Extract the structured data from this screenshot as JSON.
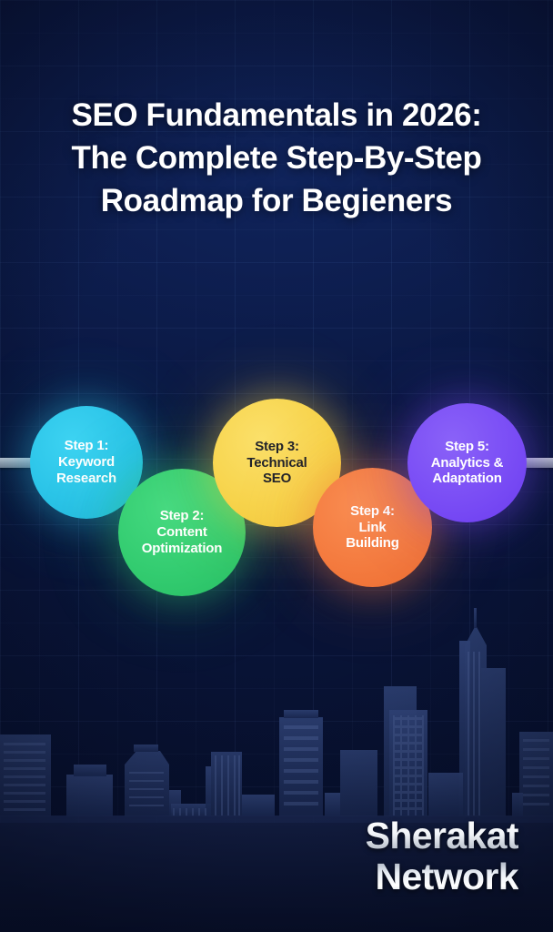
{
  "poster": {
    "background_color": "#0A1740",
    "title": {
      "line1": "SEO Fundamentals in 2026:",
      "line2": "The Complete Step-By-Step",
      "line3": "Roadmap for Begieners"
    },
    "brand": {
      "line1": "Sherakat",
      "line2": "Network"
    }
  },
  "roadmap": {
    "steps": [
      {
        "id": "step-1",
        "label": "Step 1:\nKeyword\nResearch",
        "step_text": "Step 1:",
        "name_line1": "Keyword",
        "name_line2": "Research",
        "color": "#2BC4E8",
        "text_color": "#FFFFFF"
      },
      {
        "id": "step-2",
        "label": "Step 2:\nContent\nOptimization",
        "step_text": "Step 2:",
        "name_line1": "Content",
        "name_line2": "Optimization",
        "color": "#33CC70",
        "text_color": "#FFFFFF"
      },
      {
        "id": "step-3",
        "label": "Step 3:\nTechnical\nSEO",
        "step_text": "Step 3:",
        "name_line1": "Technical",
        "name_line2": "SEO",
        "color": "#F7D44C",
        "text_color": "#20232B"
      },
      {
        "id": "step-4",
        "label": "Step 4:\nLink\nBuilding",
        "step_text": "Step 4:",
        "name_line1": "Link",
        "name_line2": "Building",
        "color": "#F47B3F",
        "text_color": "#FFFFFF"
      },
      {
        "id": "step-5",
        "label": "Step 5:\nAnalytics &\nAdaptation",
        "step_text": "Step 5:",
        "name_line1": "Analytics &",
        "name_line2": "Adaptation",
        "color": "#7A4DF5",
        "text_color": "#FFFFFF"
      }
    ],
    "connector_color": "#8E96A6"
  }
}
